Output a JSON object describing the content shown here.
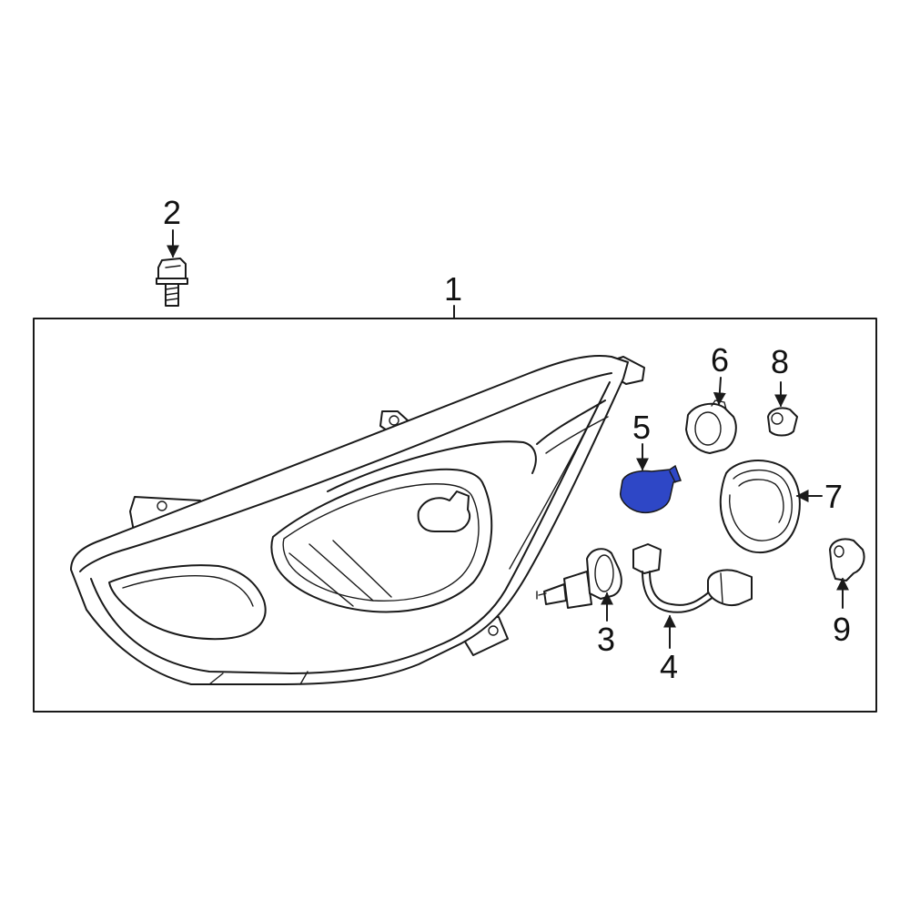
{
  "callouts": {
    "c1": "1",
    "c2": "2",
    "c3": "3",
    "c4": "4",
    "c5": "5",
    "c6": "6",
    "c7": "7",
    "c8": "8",
    "c9": "9"
  },
  "colors": {
    "highlight": "#2e47c6",
    "line": "#1a1a1a"
  }
}
